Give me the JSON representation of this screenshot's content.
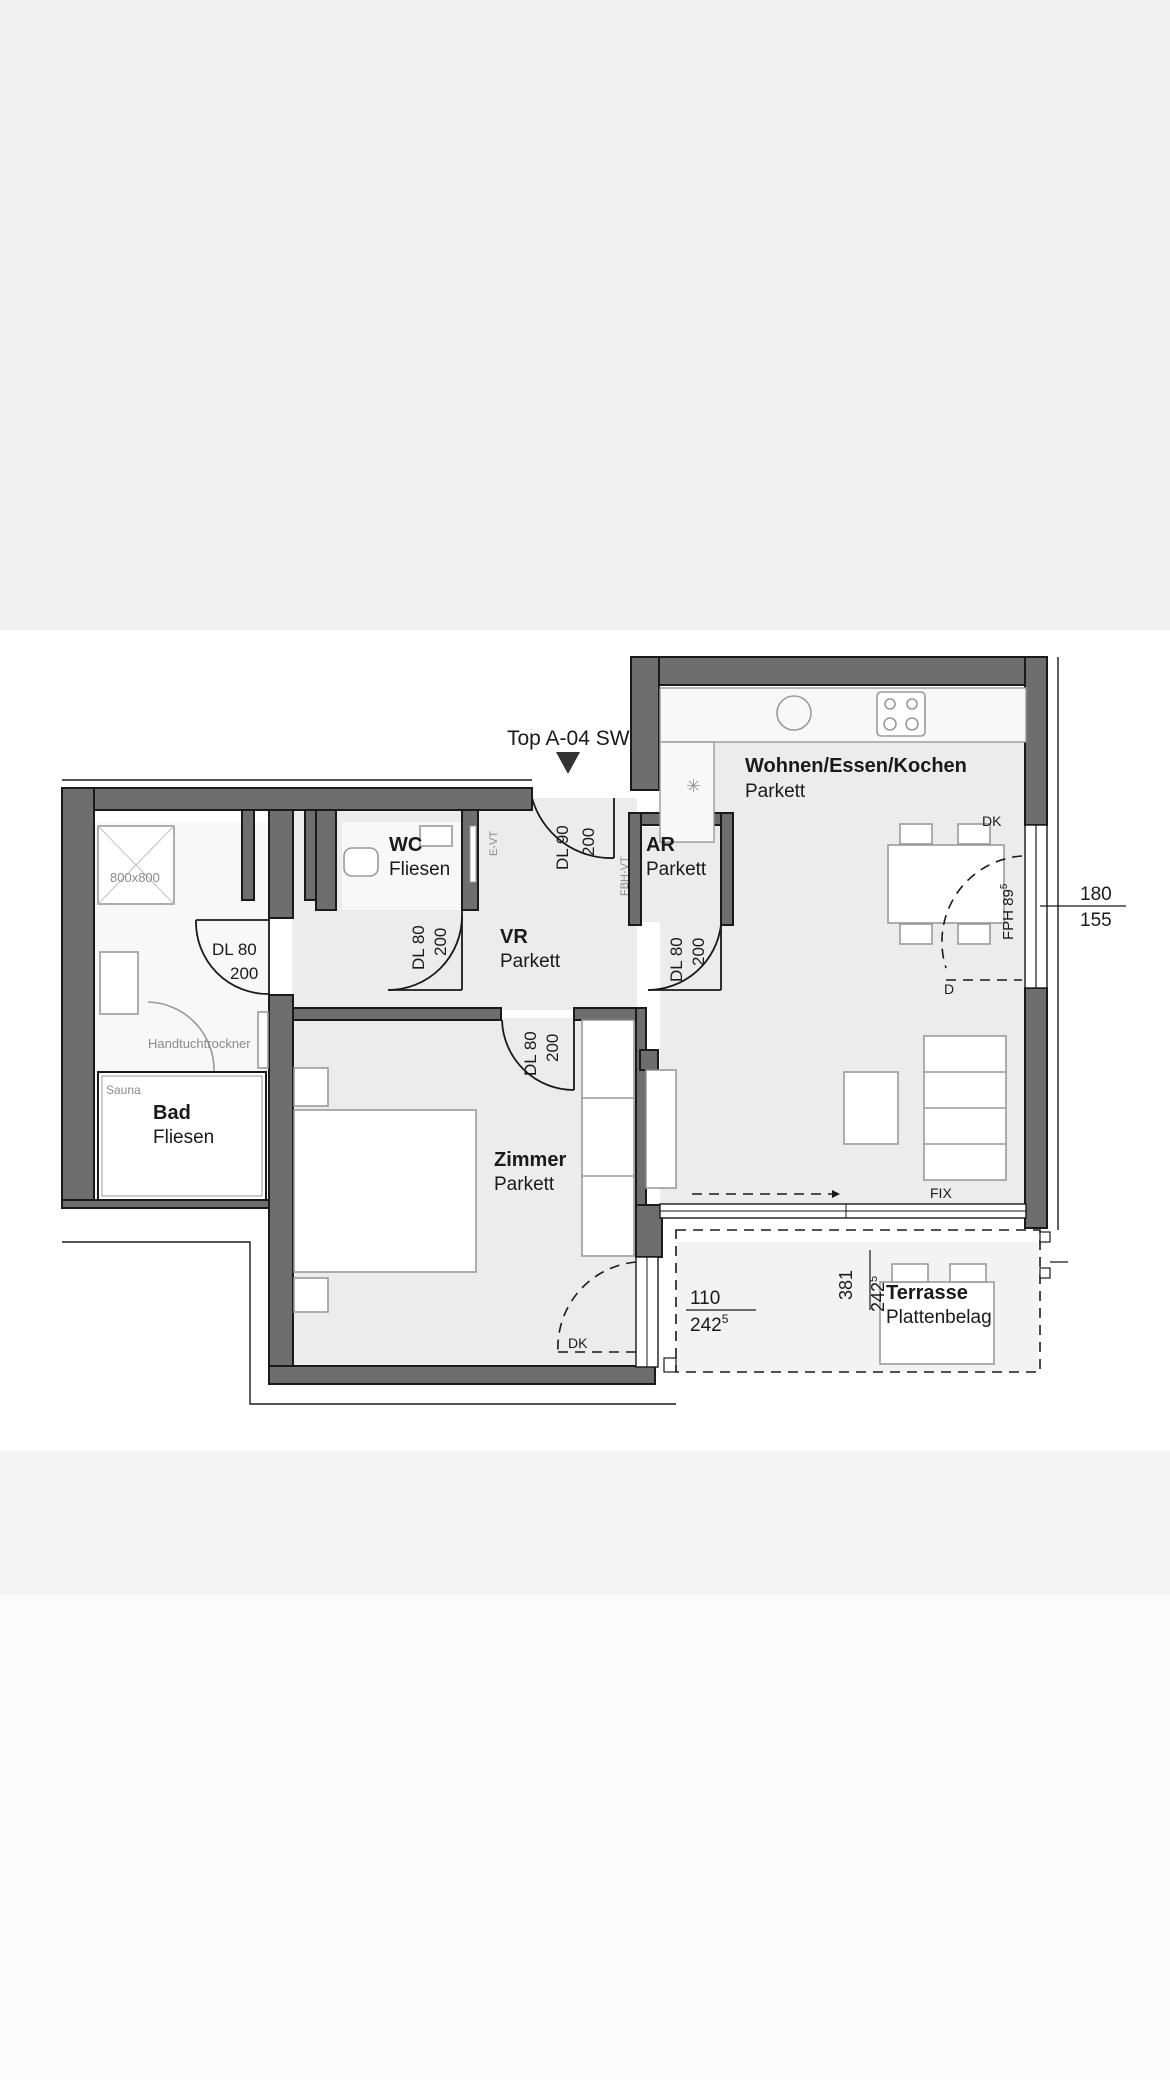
{
  "plan": {
    "unit_label": "Top A-04 SW",
    "rooms": {
      "wohnen": {
        "name": "Wohnen/Essen/Kochen",
        "floor": "Parkett"
      },
      "wc": {
        "name": "WC",
        "floor": "Fliesen"
      },
      "ar": {
        "name": "AR",
        "floor": "Parkett"
      },
      "vr": {
        "name": "VR",
        "floor": "Parkett"
      },
      "bad": {
        "name": "Bad",
        "floor": "Fliesen"
      },
      "zimmer": {
        "name": "Zimmer",
        "floor": "Parkett"
      },
      "terrasse": {
        "name": "Terrasse",
        "floor": "Plattenbelag"
      }
    },
    "fixtures": {
      "shower": "800x800",
      "towel_dryer": "Handtuchtrockner",
      "sauna": "Sauna",
      "evt": "E-VT",
      "fbhvt": "FBH-VT"
    },
    "doors": {
      "entry": {
        "type": "DL 90",
        "height": "200"
      },
      "wc": {
        "type": "DL 80",
        "height": "200"
      },
      "ar": {
        "type": "DL 80",
        "height": "200"
      },
      "bad": {
        "type": "DL 80",
        "height": "200"
      },
      "zimmer": {
        "type": "DL 80",
        "height": "200"
      }
    },
    "windows": {
      "living_right": {
        "width": "180",
        "height": "155",
        "parapet": "FPH 89",
        "parapet_sup": "5",
        "dk": "DK",
        "d": "D"
      },
      "zimmer": {
        "width": "110",
        "height": "242",
        "height_sup": "5",
        "dk": "DK"
      },
      "terrace_fix": {
        "label": "FIX",
        "width": "381",
        "height": "242",
        "height_sup": "5"
      }
    }
  }
}
